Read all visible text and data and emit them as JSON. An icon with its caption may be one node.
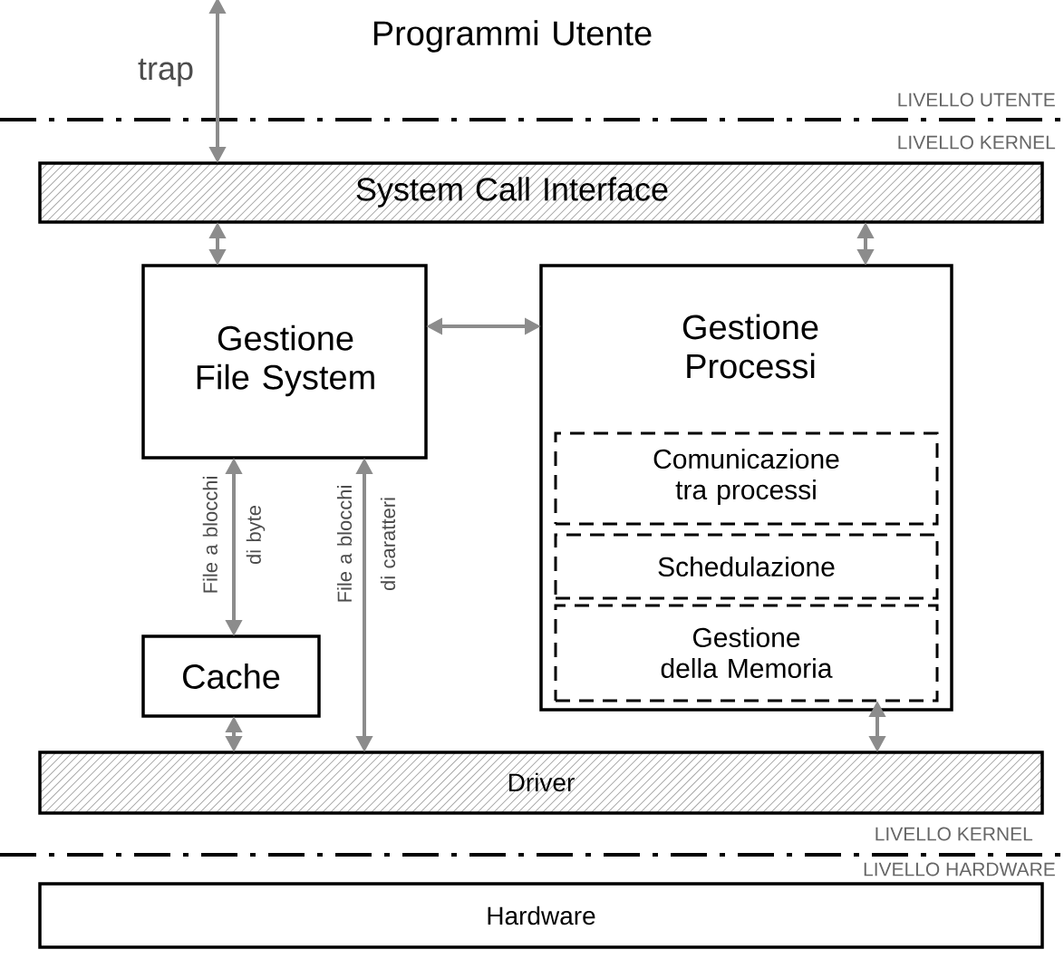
{
  "diagram": {
    "nodes": [
      {
        "text": [
          "Programmi Utente"
        ]
      },
      {
        "text": [
          "System Call Interface"
        ]
      },
      {
        "text": [
          "Gestione File System"
        ]
      },
      {
        "text": [
          "Gestione Processi"
        ]
      },
      {
        "text": [
          "Comunicazione tra processi"
        ],
        "in": 3
      },
      {
        "text": [
          "Schedulazione"
        ],
        "in": 3
      },
      {
        "text": [
          "Gestione della Memoria"
        ],
        "in": 3
      },
      {
        "text": [
          "Cache"
        ]
      },
      {
        "text": [
          "Driver"
        ]
      },
      {
        "text": [
          "Hardware"
        ]
      }
    ],
    "edges": [
      {
        "from": 1,
        "to": null,
        "arrow": "both",
        "label": "trap"
      },
      {
        "from": 2,
        "to": 1,
        "arrow": "both"
      },
      {
        "from": 3,
        "to": 1,
        "arrow": "both"
      },
      {
        "from": 2,
        "to": 3,
        "arrow": "both"
      },
      {
        "from": 2,
        "to": 7,
        "arrow": "both",
        "label": "File a blocchi di byte"
      },
      {
        "from": 2,
        "to": 8,
        "arrow": "both",
        "label": "File a blocchi di caratteri"
      },
      {
        "from": 7,
        "to": 8,
        "arrow": "both"
      },
      {
        "from": 6,
        "to": 8,
        "arrow": "both"
      }
    ],
    "labels": [
      "LIVELLO UTENTE",
      "LIVELLO KERNEL",
      "LIVELLO KERNEL",
      "LIVELLO HARDWARE"
    ]
  }
}
